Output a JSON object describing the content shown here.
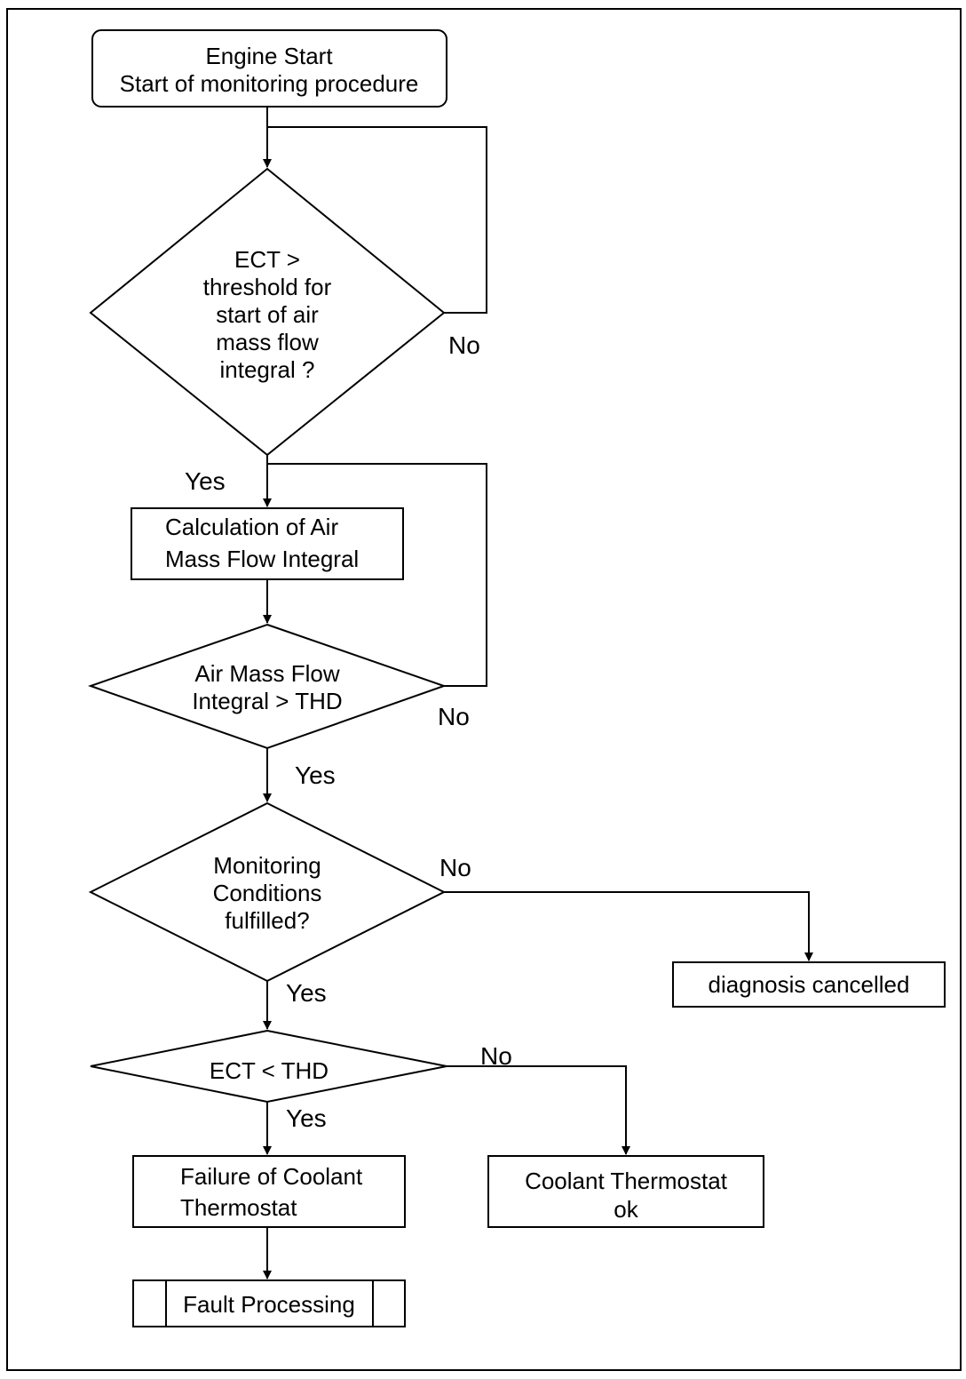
{
  "nodes": {
    "start": {
      "lines": [
        "Engine Start",
        "Start of monitoring procedure"
      ]
    },
    "ect_threshold": {
      "lines": [
        "ECT >",
        "threshold for",
        "start of air",
        "mass flow",
        "integral ?"
      ]
    },
    "calc_integral": {
      "lines": [
        "Calculation of Air",
        "Mass Flow Integral"
      ]
    },
    "integral_thd": {
      "lines": [
        "Air Mass Flow",
        "Integral > THD"
      ]
    },
    "monitoring_conditions": {
      "lines": [
        "Monitoring",
        "Conditions",
        "fulfilled?"
      ]
    },
    "diagnosis_cancelled": {
      "lines": [
        "diagnosis cancelled"
      ]
    },
    "ect_thd": {
      "lines": [
        "ECT < THD"
      ]
    },
    "failure_thermostat": {
      "lines": [
        "Failure of Coolant",
        "Thermostat"
      ]
    },
    "thermostat_ok": {
      "lines": [
        "Coolant Thermostat",
        "ok"
      ]
    },
    "fault_processing": {
      "lines": [
        "Fault Processing"
      ]
    }
  },
  "edge_labels": {
    "d1_no": "No",
    "d1_yes": "Yes",
    "d2_no": "No",
    "d2_yes": "Yes",
    "d3_no": "No",
    "d3_yes": "Yes",
    "d4_no": "No",
    "d4_yes": "Yes"
  },
  "colors": {
    "stroke": "#000000",
    "background": "#ffffff"
  }
}
